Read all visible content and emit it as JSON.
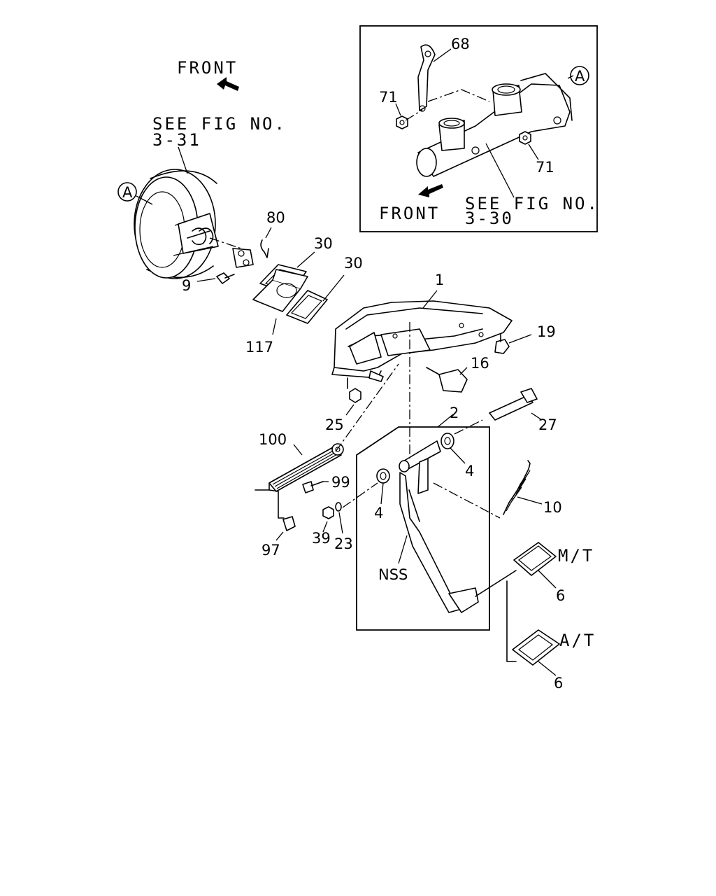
{
  "labels": {
    "front_top": "FRONT",
    "front_inset": "FRONT",
    "see_fig_a_line1": "SEE FIG NO.",
    "see_fig_a_line2": "3-31",
    "see_fig_b_line1": "SEE FIG NO.",
    "see_fig_b_line2": "3-30",
    "ref_a_left": "A",
    "ref_a_inset": "A",
    "mt": "M/T",
    "at": "A/T",
    "nss": "NSS"
  },
  "callouts": {
    "p68": "68",
    "p71a": "71",
    "p71b": "71",
    "p80": "80",
    "p30a": "30",
    "p30b": "30",
    "p9": "9",
    "p117": "117",
    "p1": "1",
    "p19": "19",
    "p16": "16",
    "p25": "25",
    "p2": "2",
    "p27": "27",
    "p100": "100",
    "p99": "99",
    "p4a": "4",
    "p4b": "4",
    "p10": "10",
    "p39": "39",
    "p23": "23",
    "p97": "97",
    "p6a": "6",
    "p6b": "6"
  }
}
